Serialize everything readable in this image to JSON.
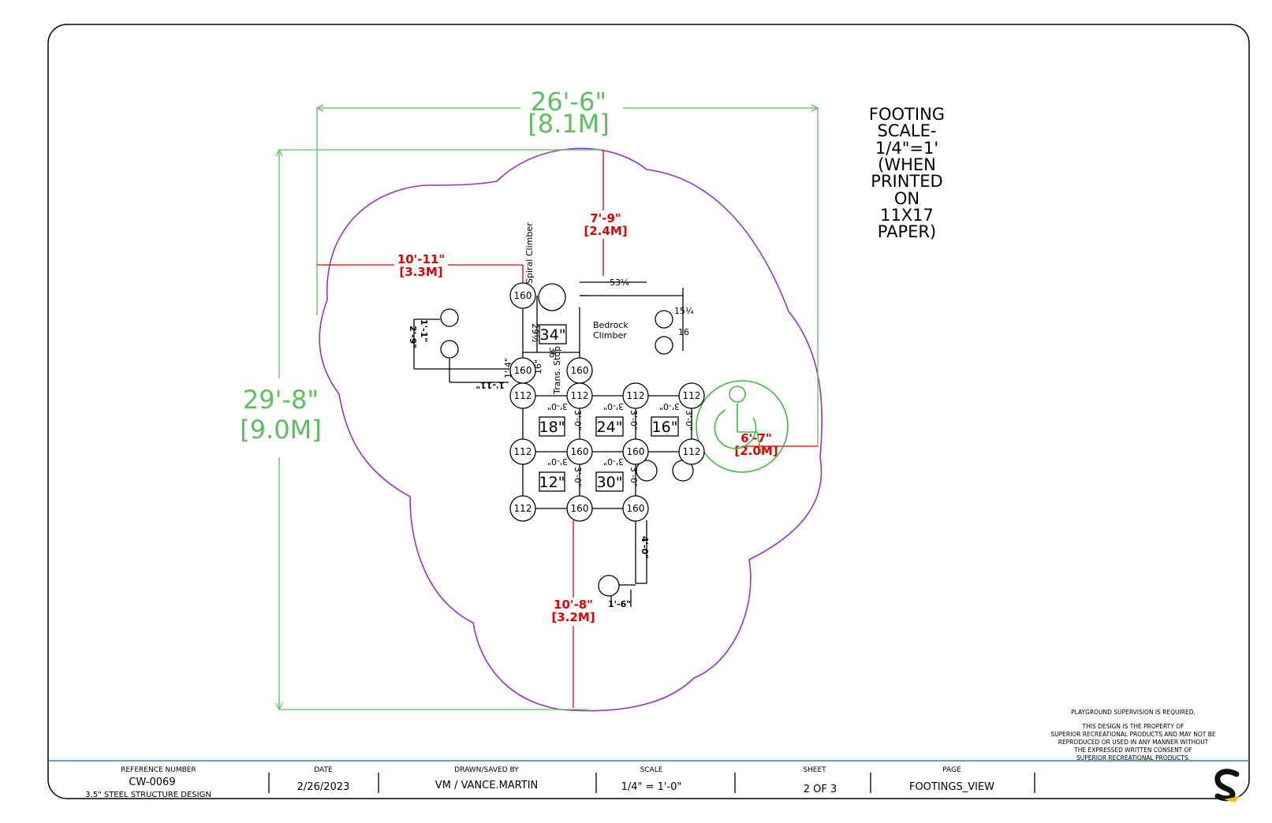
{
  "dimensions": {
    "overall_width_ft": "26'-6\"",
    "overall_width_m": "[8.1M]",
    "overall_depth_ft": "29'-8\"",
    "overall_depth_m": "[9.0M]",
    "top_ft": "7'-9\"",
    "top_m": "[2.4M]",
    "left_ft": "10'-11\"",
    "left_m": "[3.3M]",
    "right_ft": "6'-7\"",
    "right_m": "[2.0M]",
    "bottom_ft": "10'-8\"",
    "bottom_m": "[3.2M]",
    "d_53": "53¼",
    "d_15": "15¼",
    "d_16": "16",
    "d_1_1": "1'-1\"",
    "d_2_9": "2'-9\"",
    "d_1_11": "1'-11\"",
    "d_36": "36",
    "d_29": "29½",
    "d_1_4": "1'-4\"",
    "d_16in": "16\"",
    "d_4_0": "4'-0\"",
    "d_1_6": "1'-6\"",
    "d_3_0": "3'-0\""
  },
  "labels": {
    "spiral_climber": "Spiral Climber",
    "bedrock_climber": "Bedrock Climber",
    "trans_stop": "Trans. Stop"
  },
  "decks": [
    "34\"",
    "18\"",
    "24\"",
    "16\"",
    "12\"",
    "30\""
  ],
  "posts": [
    "160",
    "160",
    "160",
    "112",
    "112",
    "112",
    "112",
    "112",
    "160",
    "160",
    "112",
    "112",
    "160",
    "160"
  ],
  "scale_note": [
    "FOOTING",
    "SCALE-",
    "1/4\"=1'",
    "(WHEN",
    "PRINTED",
    "ON",
    "11X17",
    "PAPER)"
  ],
  "notices": {
    "supervision": "PLAYGROUND SUPERVISION IS REQUIRED.",
    "property": [
      "THIS DESIGN IS THE PROPERTY OF",
      "SUPERIOR RECREATIONAL PRODUCTS AND MAY NOT BE",
      "REPRODUCED OR USED IN ANY MANNER WITHOUT",
      "THE EXPRESSED WRITTEN CONSENT OF",
      "SUPERIOR RECREATIONAL PRODUCTS."
    ]
  },
  "title_block": {
    "reference_label": "REFERENCE NUMBER",
    "reference_value": "CW-0069",
    "reference_desc": "3.5\" STEEL STRUCTURE DESIGN",
    "date_label": "DATE",
    "date_value": "2/26/2023",
    "drawn_label": "DRAWN/SAVED BY",
    "drawn_value": "VM / VANCE.MARTIN",
    "scale_label": "SCALE",
    "scale_value": "1/4\" = 1'-0\"",
    "sheet_label": "SHEET",
    "sheet_value": "2 OF 3",
    "page_label": "PAGE",
    "page_value": "FOOTINGS_VIEW"
  },
  "colors": {
    "dimension_green": "#5cc05c",
    "boundary_purple": "#9b30c8",
    "dimension_red": "#e00000",
    "titleblock_teal": "#2a8a8a",
    "logo_yellow": "#f2c200"
  }
}
